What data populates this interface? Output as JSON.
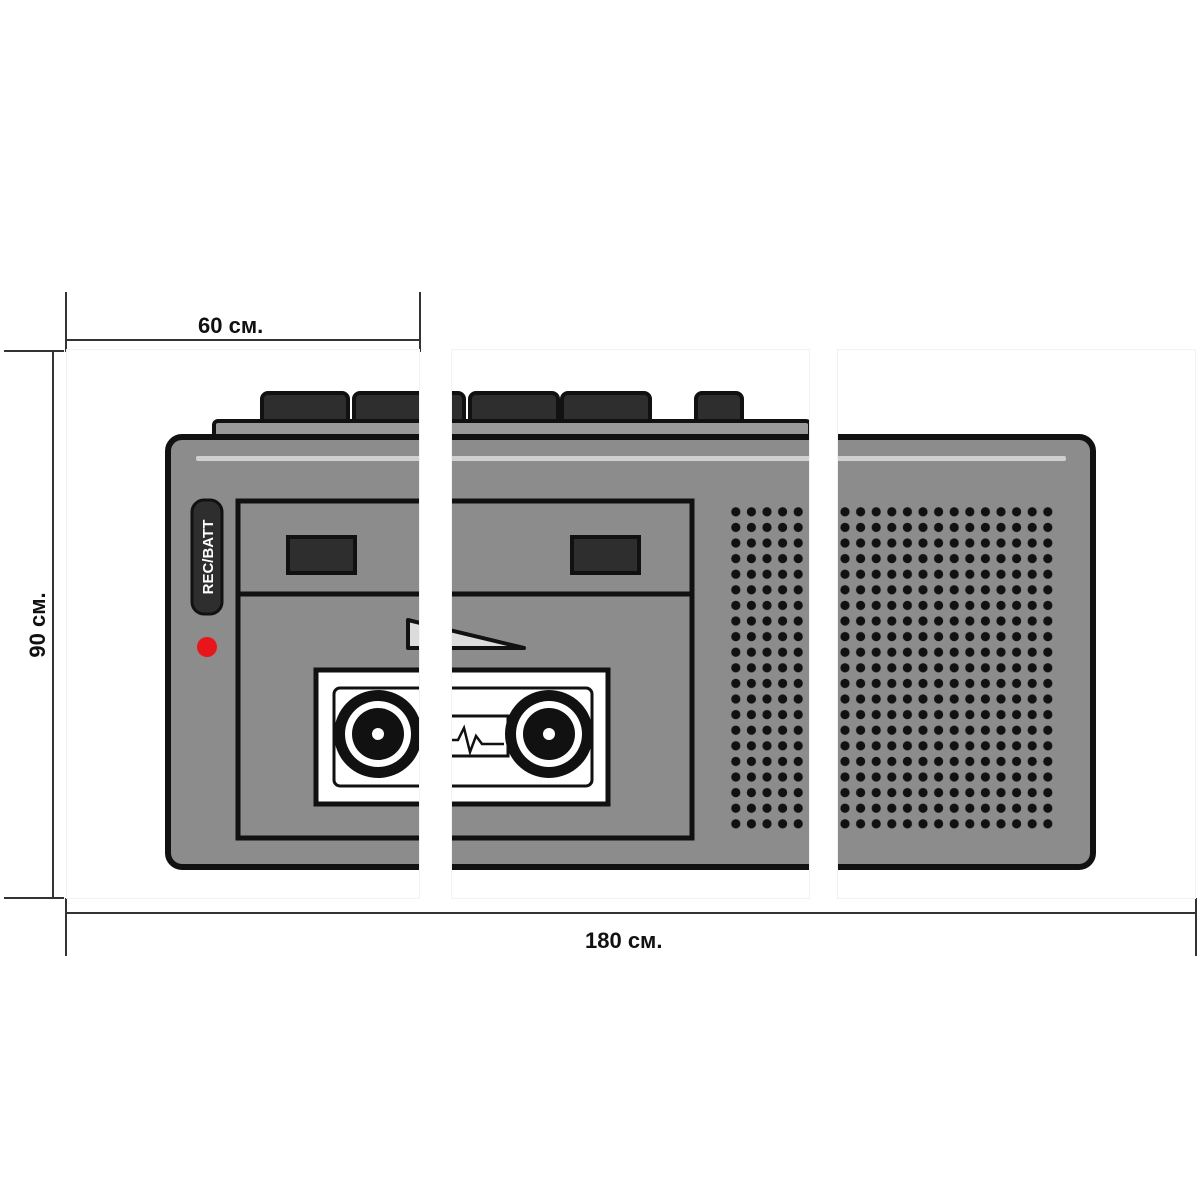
{
  "dimensions": {
    "panel_width": "60 см.",
    "total_height": "90 см.",
    "total_width": "180 см."
  },
  "artwork": {
    "subject": "cassette-recorder",
    "indicator_label": "REC/BATT",
    "panel_count": 3,
    "colors": {
      "body": "#8c8c8c",
      "outline": "#111111",
      "buttons": "#2e2e2e",
      "led": "#e8151b",
      "cassette": "#ffffff"
    }
  }
}
